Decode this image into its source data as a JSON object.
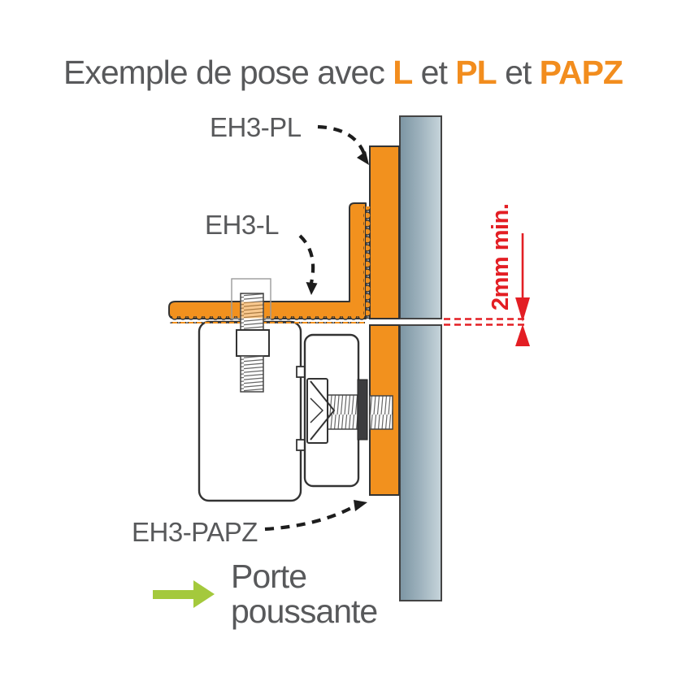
{
  "title": {
    "prefix": "Exemple de pose avec ",
    "l": "L",
    "et1": " et ",
    "pl": "PL",
    "et2": " et ",
    "papz": "PAPZ"
  },
  "labels": {
    "pl": "EH3-PL",
    "l": "EH3-L",
    "papz": "EH3-PAPZ"
  },
  "dimension": {
    "text": "2mm min."
  },
  "door": {
    "line1": "Porte",
    "line2": "poussante"
  },
  "colors": {
    "accent_orange": "#F2911E",
    "dimension_red": "#E31E24",
    "arrow_green": "#A4C93C",
    "text_gray": "#58595B",
    "panel_blue_gray": "#9FB3BE"
  }
}
